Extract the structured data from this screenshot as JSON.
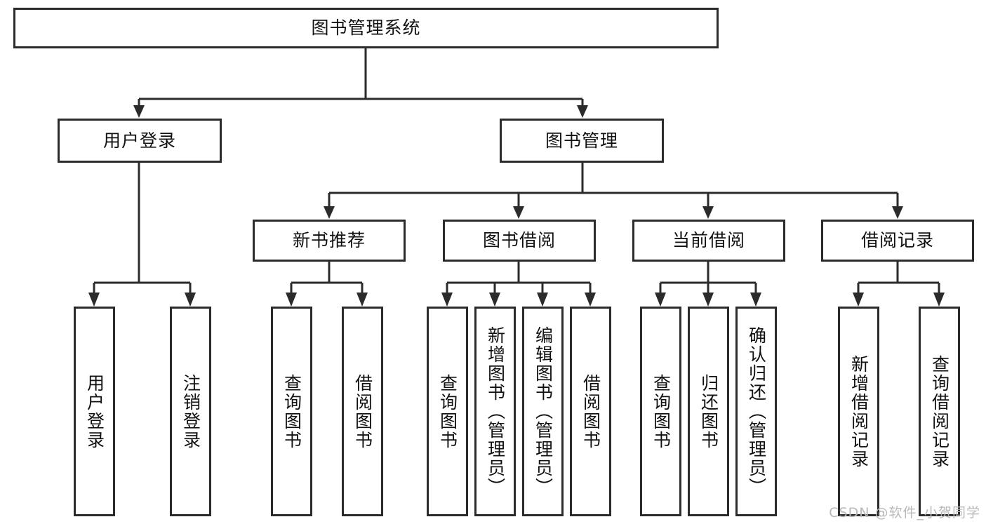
{
  "diagram": {
    "type": "tree-hierarchy",
    "title": "图书管理系统",
    "watermark": "CSDN @软件_小贺同学",
    "colors": {
      "stroke": "#2b2b2b",
      "fill": "#ffffff",
      "text": "#111111",
      "watermark": "#b9b9b9"
    },
    "root": {
      "label": "图书管理系统"
    },
    "level2": [
      {
        "label": "用户登录"
      },
      {
        "label": "图书管理"
      }
    ],
    "level3": [
      {
        "label": "新书推荐"
      },
      {
        "label": "图书借阅"
      },
      {
        "label": "当前借阅"
      },
      {
        "label": "借阅记录"
      }
    ],
    "leaves": {
      "user_login": [
        {
          "label": "用户登录"
        },
        {
          "label": "注销登录"
        }
      ],
      "new_book_recommend": [
        {
          "label": "查询图书"
        },
        {
          "label": "借阅图书"
        }
      ],
      "book_borrow": [
        {
          "label": "查询图书"
        },
        {
          "label": "新增图书（管理员）"
        },
        {
          "label": "编辑图书（管理员）"
        },
        {
          "label": "借阅图书"
        }
      ],
      "current_borrow": [
        {
          "label": "查询图书"
        },
        {
          "label": "归还图书"
        },
        {
          "label": "确认归还（管理员）"
        }
      ],
      "borrow_record": [
        {
          "label": "新增借阅记录"
        },
        {
          "label": "查询借阅记录"
        }
      ]
    }
  }
}
